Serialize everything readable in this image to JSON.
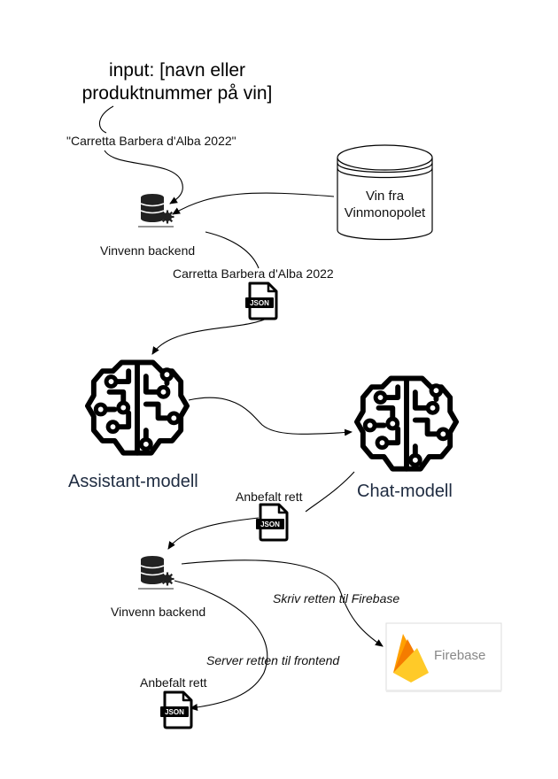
{
  "input": {
    "line1": "input: [navn eller",
    "line2": "produktnummer på vin]",
    "example": "\"Carretta Barbera d'Alba 2022\""
  },
  "backend_top": {
    "label": "Vinvenn backend"
  },
  "database": {
    "line1": "Vin fra",
    "line2": "Vinmonopolet"
  },
  "json_payload_top": {
    "label": "Carretta Barbera d'Alba 2022",
    "badge": "JSON"
  },
  "assistant_model": {
    "label": "Assistant-modell"
  },
  "chat_model": {
    "label": "Chat-modell"
  },
  "json_recommendation": {
    "label": "Anbefalt rett",
    "badge": "JSON"
  },
  "backend_bottom": {
    "label": "Vinvenn backend"
  },
  "edge_firebase": {
    "label": "Skriv retten til Firebase"
  },
  "edge_frontend": {
    "label": "Server retten til frontend"
  },
  "firebase": {
    "label": "Firebase",
    "colors": [
      "#FFA000",
      "#F57C00",
      "#FFCA28"
    ]
  },
  "json_output": {
    "label": "Anbefalt rett",
    "badge": "JSON"
  },
  "colors": {
    "line": "#000000",
    "model_label": "#1e2b40",
    "firebase_text": "#888888"
  }
}
